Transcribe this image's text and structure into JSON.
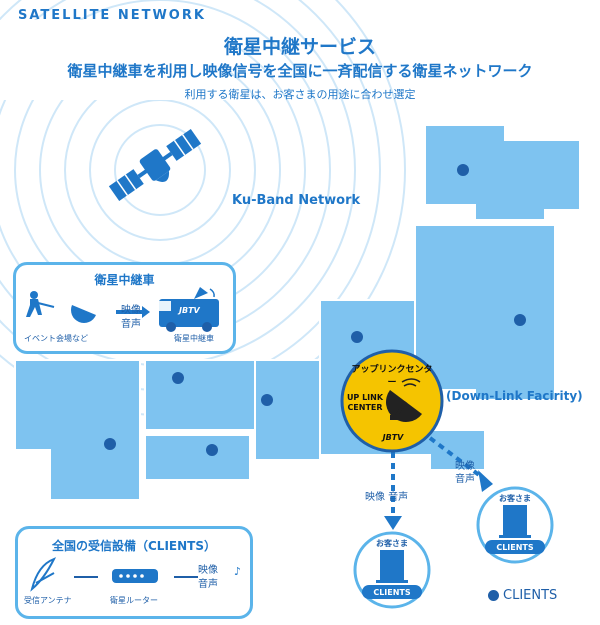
{
  "header": {
    "network_label": "SATELLITE NETWORK",
    "title": "衛星中継サービス",
    "subtitle": "衛星中継車を利用し映像信号を全国に一斉配信する衛星ネットワーク",
    "note": "利用する衛星は、お客さまの用途に合わせ選定"
  },
  "ku_band_label": "Ku-Band Network",
  "downlink_label": "(Down-Link Facirity)",
  "uplink": {
    "arc_text": "アップリンクセンター",
    "center_label_1": "UP LINK",
    "center_label_2": "CENTER",
    "logo": "JBTV"
  },
  "vehicle_box": {
    "title": "衛星中継車",
    "event_label": "イベント会場など",
    "signal_label_1": "映像",
    "signal_label_2": "音声",
    "vehicle_label": "衛星中継車",
    "vehicle_logo": "JBTV"
  },
  "clients_box": {
    "title": "全国の受信設備（CLIENTS）",
    "antenna_label": "受信アンテナ",
    "router_label": "衛星ルーター",
    "signal_label_1": "映像",
    "signal_label_2": "音声"
  },
  "client_buildings": [
    {
      "head": "お客さま",
      "label": "CLIENTS"
    },
    {
      "head": "お客さま",
      "label": "CLIENTS"
    }
  ],
  "arrow_labels": [
    {
      "text": "映像 音声"
    },
    {
      "text": "映像\n音声"
    }
  ],
  "legend": {
    "label": "CLIENTS"
  },
  "colors": {
    "map_fill": "#7ec3f0",
    "accent_blue": "#1f77c8",
    "dark_blue": "#1f5fa8",
    "uplink_yellow": "#f5c400"
  }
}
